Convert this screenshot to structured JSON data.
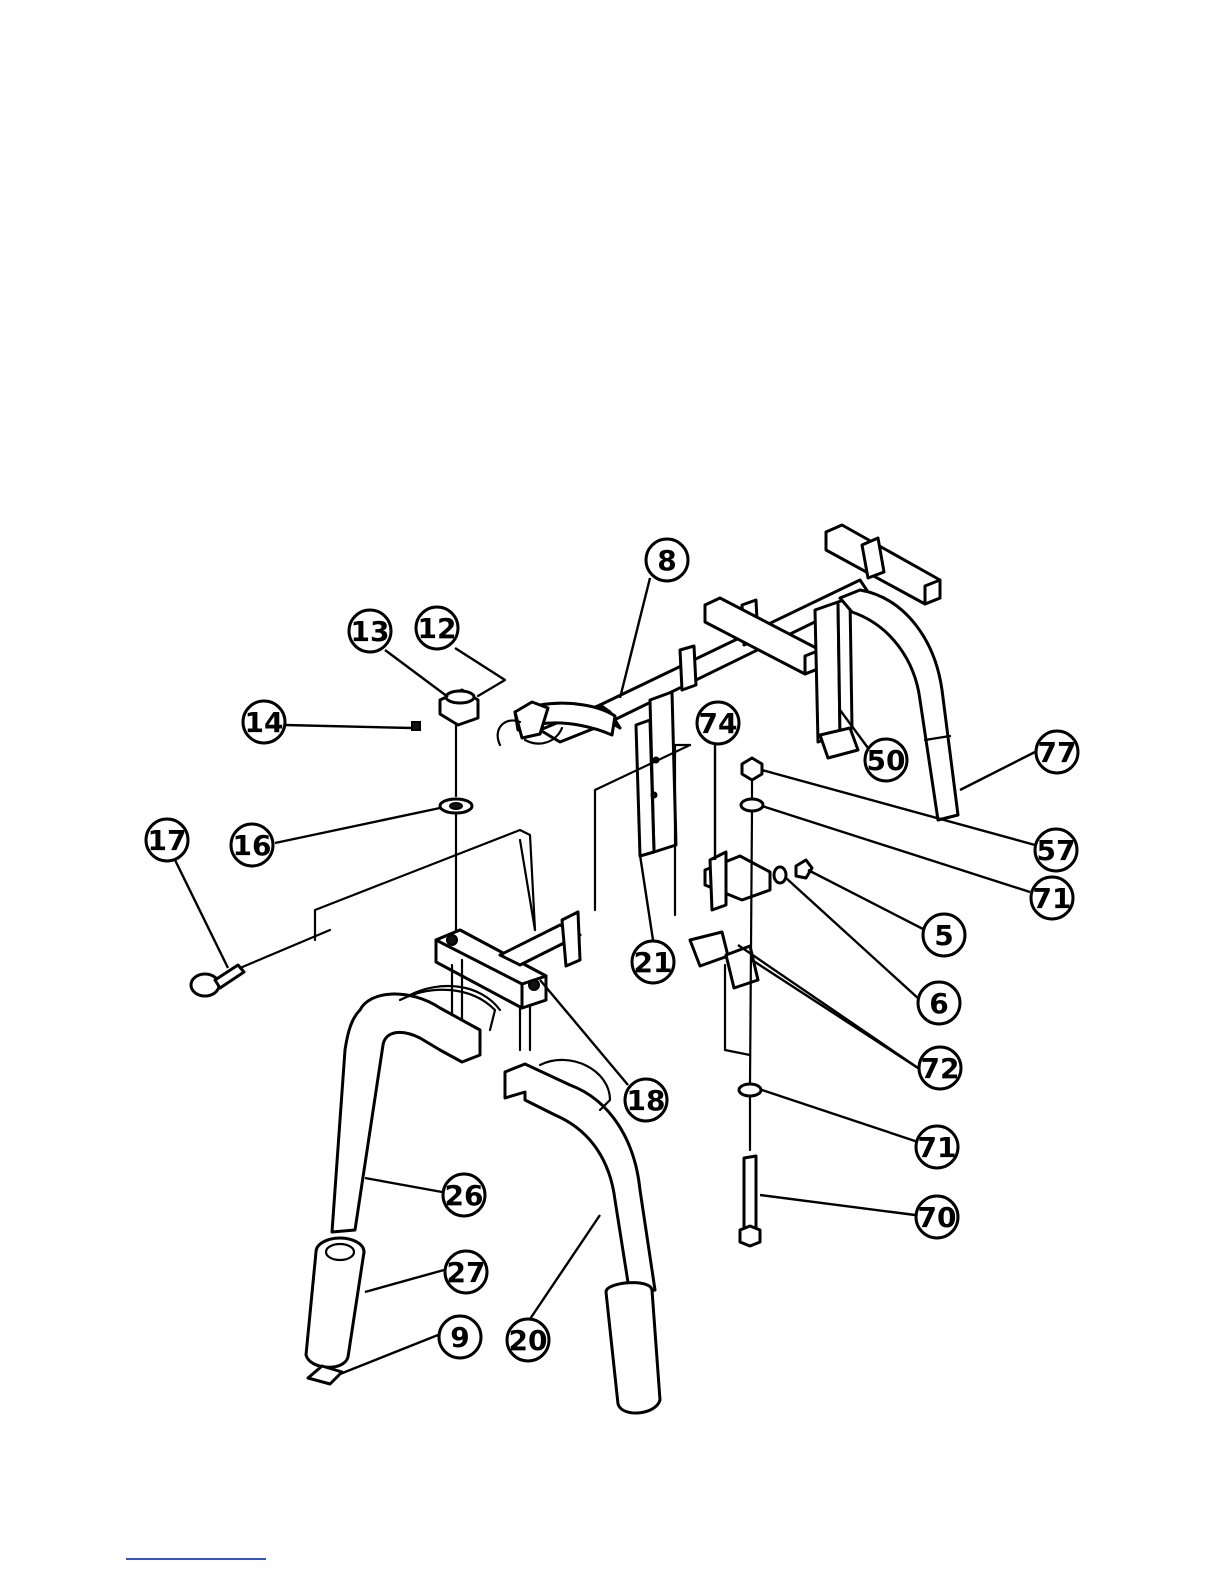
{
  "callouts": [
    {
      "label": "8"
    },
    {
      "label": "13"
    },
    {
      "label": "12"
    },
    {
      "label": "14"
    },
    {
      "label": "16"
    },
    {
      "label": "17"
    },
    {
      "label": "74"
    },
    {
      "label": "50"
    },
    {
      "label": "77"
    },
    {
      "label": "57"
    },
    {
      "label": "71"
    },
    {
      "label": "5"
    },
    {
      "label": "21"
    },
    {
      "label": "6"
    },
    {
      "label": "72"
    },
    {
      "label": "18"
    },
    {
      "label": "71"
    },
    {
      "label": "26"
    },
    {
      "label": "70"
    },
    {
      "label": "27"
    },
    {
      "label": "9"
    },
    {
      "label": "20"
    }
  ]
}
